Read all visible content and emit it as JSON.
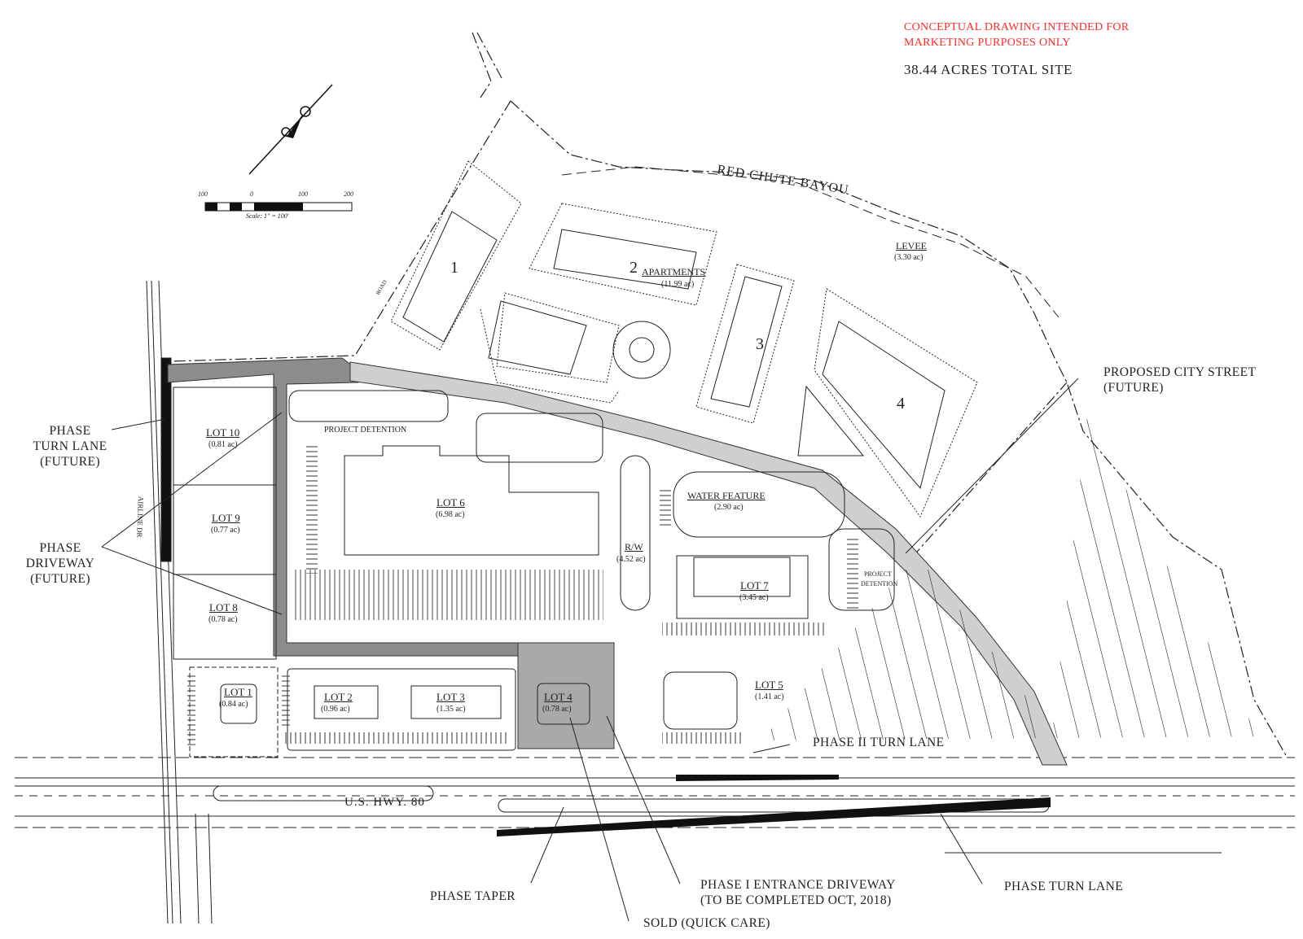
{
  "header": {
    "disclaimer_line1": "CONCEPTUAL DRAWING INTENDED FOR",
    "disclaimer_line2": "MARKETING PURPOSES ONLY",
    "total_site": "38.44 ACRES TOTAL SITE",
    "disclaimer_color": "#ff2a2a"
  },
  "scale_bar": {
    "ticks": [
      "100",
      "0",
      "100",
      "200"
    ],
    "caption": "Scale: 1\" = 100'"
  },
  "features": {
    "bayou": "RED CHUTE BAYOU",
    "levee": "LEVEE",
    "levee_area": "(3.30 ac)",
    "apartments": "APARTMENTS",
    "apartments_area": "(11.99 ac)",
    "water_feature": "WATER FEATURE",
    "water_feature_area": "(2.90 ac)",
    "row": "R/W",
    "row_area": "(4.52 ac)",
    "project_detention": "PROJECT DETENTION",
    "project_detention_2_line1": "PROJECT",
    "project_detention_2_line2": "DETENTION",
    "highway": "U.S. HWY. 80",
    "side_road": "AIRLINE DR",
    "north_road": "ROAD"
  },
  "buildings": [
    "1",
    "2",
    "3",
    "4"
  ],
  "lots": [
    {
      "name": "LOT 10",
      "area": "(0.81 ac)"
    },
    {
      "name": "LOT 9",
      "area": "(0.77 ac)"
    },
    {
      "name": "LOT 8",
      "area": "(0.78 ac)"
    },
    {
      "name": "LOT 1",
      "area": "(0.84 ac)"
    },
    {
      "name": "LOT 2",
      "area": "(0.96 ac)"
    },
    {
      "name": "LOT 3",
      "area": "(1.35 ac)"
    },
    {
      "name": "LOT 4",
      "area": "(0.78 ac)"
    },
    {
      "name": "LOT 5",
      "area": "(1.41 ac)"
    },
    {
      "name": "LOT 6",
      "area": "(6.98 ac)"
    },
    {
      "name": "LOT 7",
      "area": "(3.45 ac)"
    }
  ],
  "callouts": {
    "phase_turn_lane_future": [
      "PHASE",
      "TURN LANE",
      "(FUTURE)"
    ],
    "phase_driveway_future": [
      "PHASE",
      "DRIVEWAY",
      "(FUTURE)"
    ],
    "proposed_city_street": [
      "PROPOSED CITY STREET",
      "(FUTURE)"
    ],
    "phase_ii_turn_lane": "PHASE II TURN LANE",
    "phase_taper": "PHASE TAPER",
    "phase_i_entrance": [
      "PHASE I ENTRANCE DRIVEWAY",
      "(TO BE COMPLETED OCT, 2018)"
    ],
    "sold": "SOLD (QUICK CARE)",
    "phase_turn_lane": "PHASE TURN LANE"
  }
}
